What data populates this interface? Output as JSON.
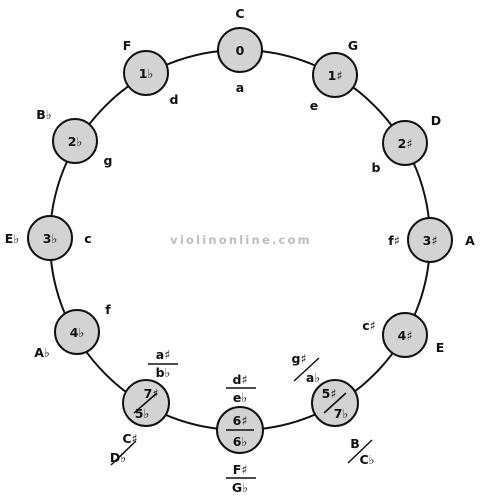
{
  "diagram": {
    "watermark": "violinonline.com",
    "positions": [
      {
        "signature_top": "0",
        "signature_bottom": "",
        "major": "C",
        "major_alt": "",
        "minor": "a",
        "minor_alt": ""
      },
      {
        "signature_top": "1♯",
        "signature_bottom": "",
        "major": "G",
        "major_alt": "",
        "minor": "e",
        "minor_alt": ""
      },
      {
        "signature_top": "2♯",
        "signature_bottom": "",
        "major": "D",
        "major_alt": "",
        "minor": "b",
        "minor_alt": ""
      },
      {
        "signature_top": "3♯",
        "signature_bottom": "",
        "major": "A",
        "major_alt": "",
        "minor": "f♯",
        "minor_alt": ""
      },
      {
        "signature_top": "4♯",
        "signature_bottom": "",
        "major": "E",
        "major_alt": "",
        "minor": "c♯",
        "minor_alt": ""
      },
      {
        "signature_top": "5♯",
        "signature_bottom": "7♭",
        "major": "B",
        "major_alt": "C♭",
        "minor": "g♯",
        "minor_alt": "a♭"
      },
      {
        "signature_top": "6♯",
        "signature_bottom": "6♭",
        "major": "F♯",
        "major_alt": "G♭",
        "minor": "d♯",
        "minor_alt": "e♭"
      },
      {
        "signature_top": "7♯",
        "signature_bottom": "5♭",
        "major": "C♯",
        "major_alt": "D♭",
        "minor": "a♯",
        "minor_alt": "b♭"
      },
      {
        "signature_top": "4♭",
        "signature_bottom": "",
        "major": "A♭",
        "major_alt": "",
        "minor": "f",
        "minor_alt": ""
      },
      {
        "signature_top": "3♭",
        "signature_bottom": "",
        "major": "E♭",
        "major_alt": "",
        "minor": "c",
        "minor_alt": ""
      },
      {
        "signature_top": "2♭",
        "signature_bottom": "",
        "major": "B♭",
        "major_alt": "",
        "minor": "g",
        "minor_alt": ""
      },
      {
        "signature_top": "1♭",
        "signature_bottom": "",
        "major": "F",
        "major_alt": "",
        "minor": "d",
        "minor_alt": ""
      }
    ]
  }
}
